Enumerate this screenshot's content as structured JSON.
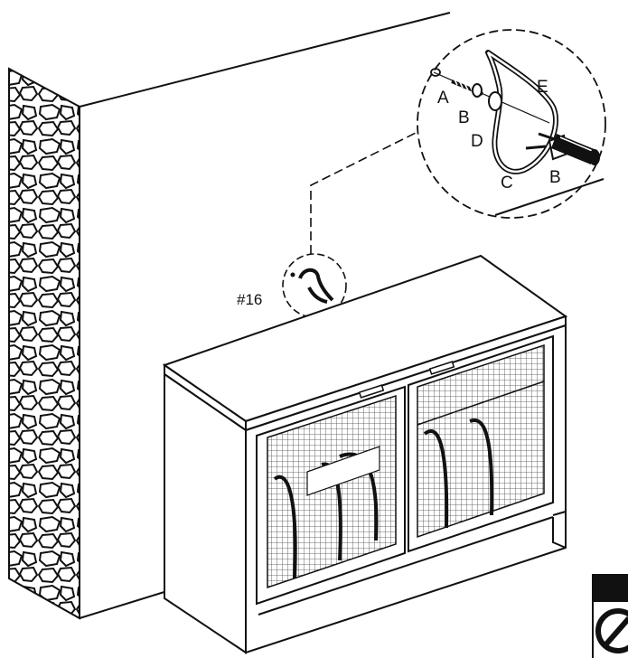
{
  "labels": {
    "hardware_id": "#16",
    "main_part": "A",
    "parts": {
      "a": "A",
      "b_top": "B",
      "d": "D",
      "e": "E",
      "c": "C",
      "b_bottom": "B"
    }
  },
  "colors": {
    "line": "#111111",
    "background": "#ffffff",
    "mesh": "#444444"
  },
  "icons": [
    "wall-stone-texture",
    "wall-anchor-strap",
    "screwdriver-icon",
    "warning-sign-icon"
  ]
}
